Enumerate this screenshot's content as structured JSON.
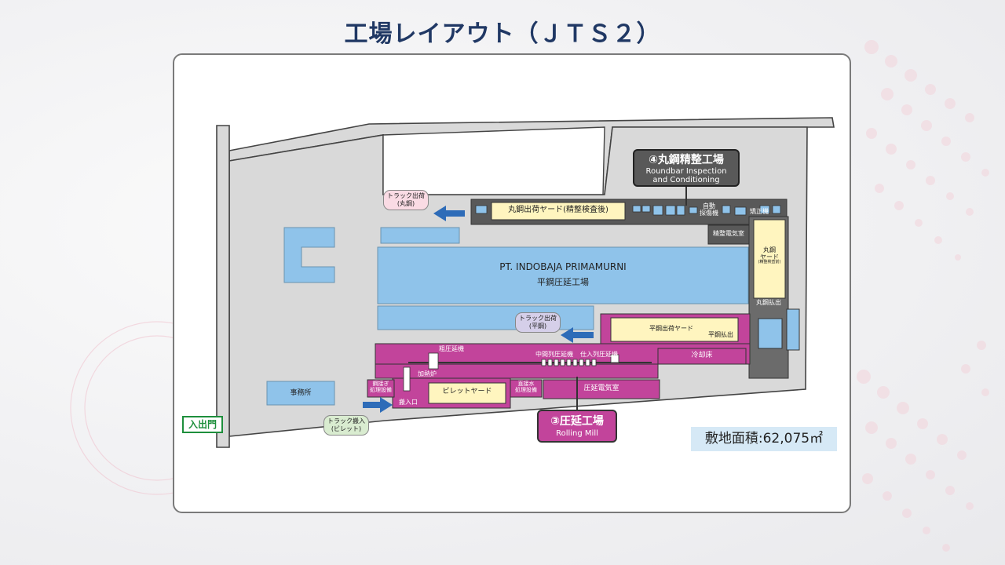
{
  "slide": {
    "title": "工場レイアウト（ＪＴＳ２）"
  },
  "colors": {
    "title": "#203864",
    "building_blue": "#8fc3ea",
    "rolling_mill": "#c2449b",
    "inspection": "#595959",
    "yard_yellow": "#fff5bf",
    "road": "#d9d9d9",
    "arrow": "#2e6cb8",
    "gate_green": "#1e8f3c"
  },
  "map": {
    "main_building": {
      "name": "PT. INDOBAJA PRIMAMURNI",
      "subtitle": "平鋼圧延工場"
    },
    "roundbar_yard": "丸鋼出荷ヤード(精整検査後)",
    "auto_flaw_detector": [
      "自動",
      "探傷機"
    ],
    "straightener": "矯正機",
    "finishing_electric_room": "精整電気室",
    "roundbar_yard_side": [
      "丸鋼",
      "ヤード",
      "(精整検査前)"
    ],
    "roundbar_dispatch": "丸鋼払出",
    "flat_bar_yard": "平鋼出荷ヤード",
    "flat_bar_dispatch": "平鋼払出",
    "cooling_bed": "冷却床",
    "rough_mill": "粗圧延機",
    "intermediate_mill": "中間列圧延機",
    "finishing_mill": "仕入列圧延機",
    "reheating_furnace": "加熱炉",
    "billet_yard": "ビレットヤード",
    "welding_treatment": [
      "鋼接ぎ",
      "処理設備"
    ],
    "water_treatment": [
      "直接水",
      "処理設備"
    ],
    "rolling_electric_room": "圧延電気室",
    "billet_entry": "搬入口",
    "office": "事務所",
    "truck_roundbar": [
      "トラック出荷",
      "(丸鋼)"
    ],
    "truck_flatbar": [
      "トラック出荷",
      "(平鋼)"
    ],
    "truck_billet": [
      "トラック搬入",
      "(ビレット)"
    ]
  },
  "callouts": {
    "roundbar_inspection": {
      "title": "④丸鋼精整工場",
      "en_line1": "Roundbar Inspection",
      "en_line2": "and Conditioning"
    },
    "rolling_mill": {
      "title": "③圧延工場",
      "en": "Rolling Mill"
    }
  },
  "gate": "入出門",
  "site_area": "敷地面積:62,075㎡"
}
